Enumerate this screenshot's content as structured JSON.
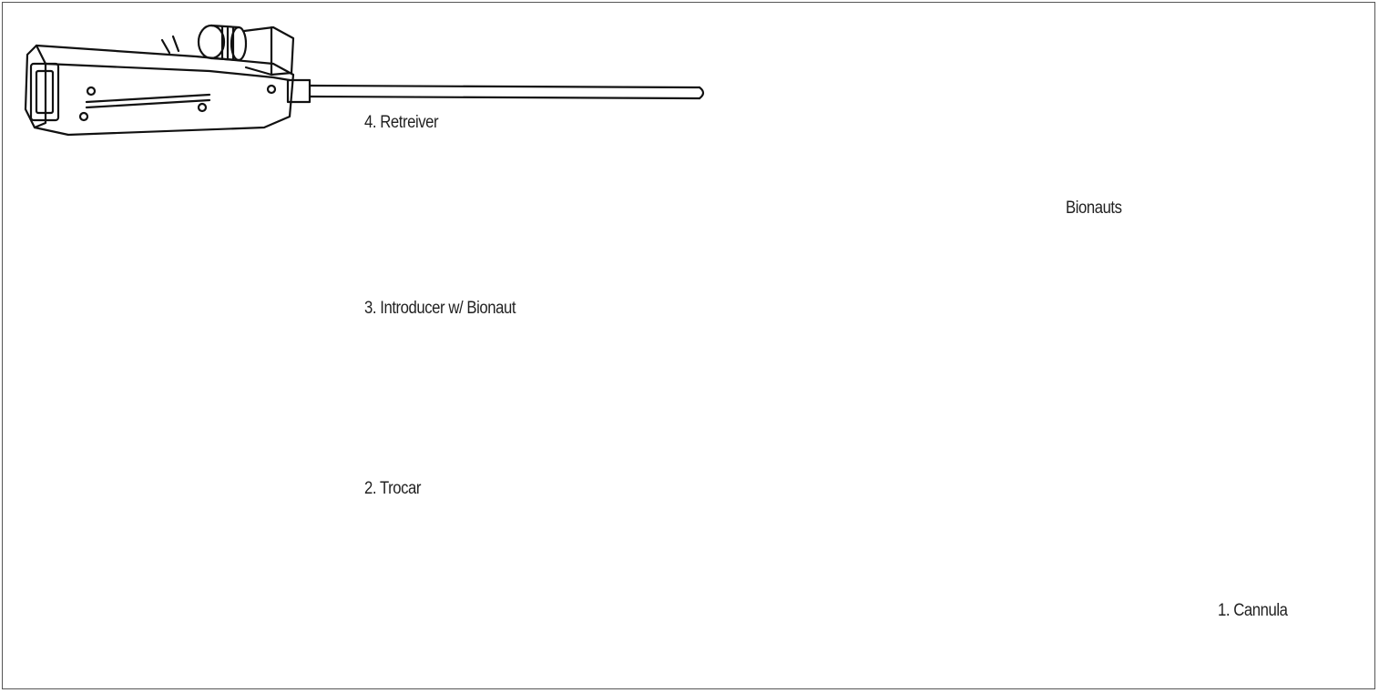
{
  "labels": {
    "retreiver": "4. Retreiver",
    "introducer": "3. Introducer w/ Bionaut",
    "trocar": "2. Trocar",
    "cannula": "1. Cannula",
    "bionauts": "Bionauts"
  },
  "colors": {
    "stroke": "#111111",
    "detail_circle": "#bbbbbb",
    "frame": "#555555"
  }
}
